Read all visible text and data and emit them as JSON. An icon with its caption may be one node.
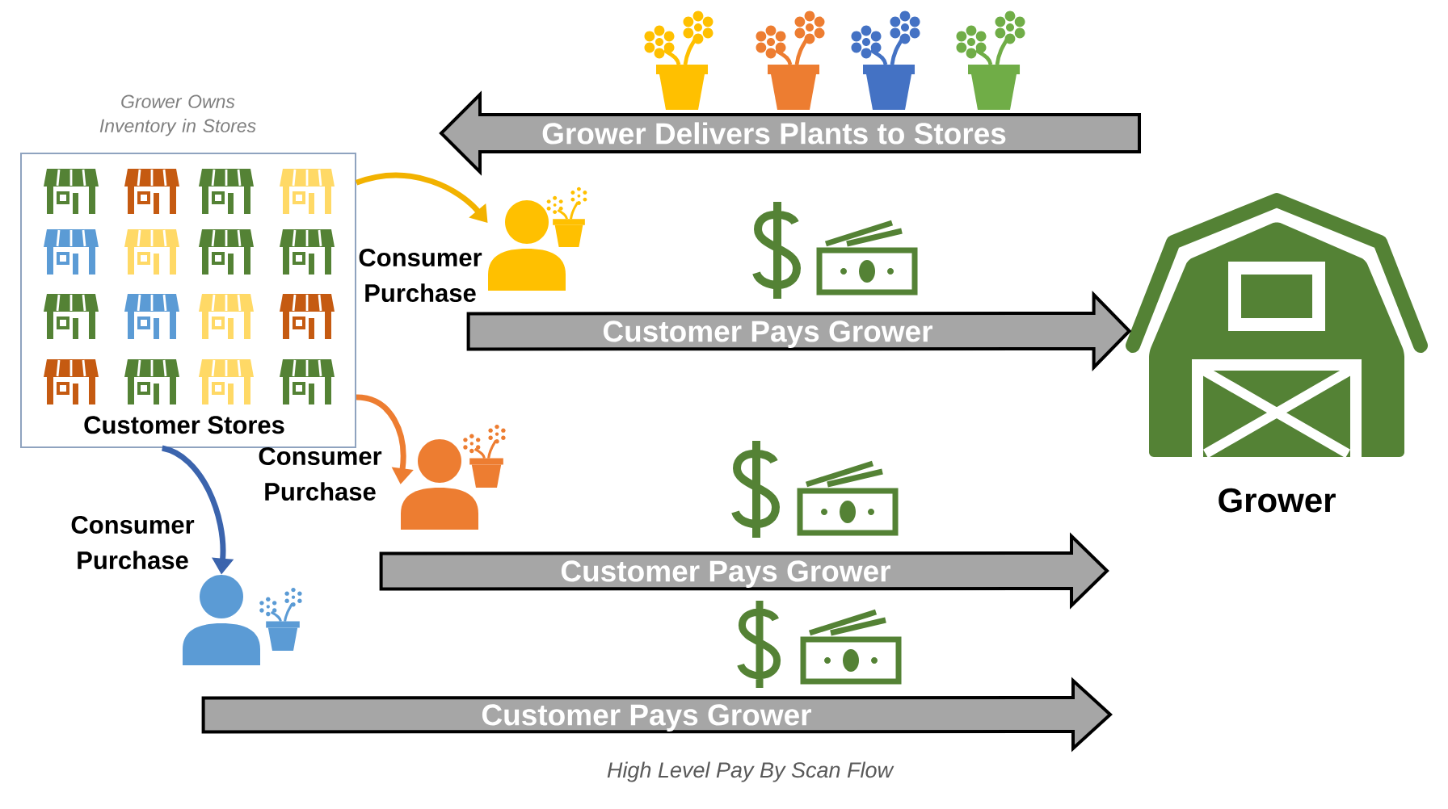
{
  "diagram": {
    "caption": "High Level Pay By Scan Flow",
    "nodes": [
      {
        "text": [
          "Grower Owns Inventory in Stores",
          "Customer Stores"
        ]
      },
      {
        "text": [
          "Grower Delivers Plants to Stores"
        ]
      },
      {
        "text": [],
        "shape": "person"
      },
      {
        "text": [
          "Grower"
        ]
      },
      {
        "text": [],
        "shape": "person"
      },
      {
        "text": [],
        "shape": "person"
      }
    ],
    "edges": [
      {
        "from": 0,
        "to": 2,
        "arrow": "to",
        "label": "Consumer Purchase",
        "color": "#f2b200"
      },
      {
        "from": 0,
        "to": 4,
        "arrow": "to",
        "label": "Consumer Purchase",
        "color": "#ed7d31"
      },
      {
        "from": 0,
        "to": 5,
        "arrow": "to",
        "label": "Consumer Purchase",
        "color": "#3b64ad"
      },
      {
        "from": 2,
        "to": 3,
        "arrow": "to",
        "label": "Customer Pays Grower",
        "style": "thick"
      },
      {
        "from": 4,
        "to": null,
        "arrow": "to",
        "label": "Customer Pays Grower",
        "style": "thick"
      },
      {
        "from": 5,
        "to": null,
        "arrow": "to",
        "label": "Customer Pays Grower",
        "style": "thick"
      }
    ]
  }
}
